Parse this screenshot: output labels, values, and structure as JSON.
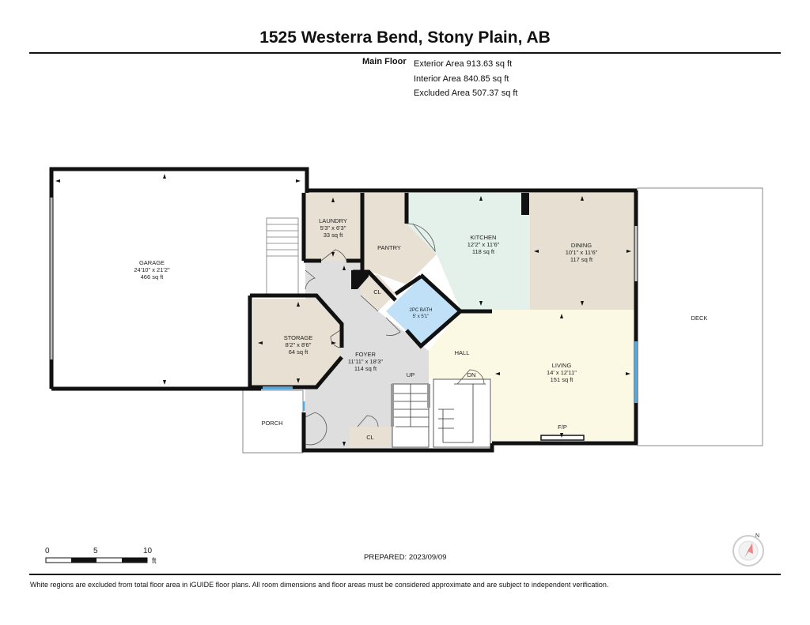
{
  "header": {
    "title": "1525 Westerra Bend, Stony Plain, AB"
  },
  "areas": {
    "floor_label": "Main Floor",
    "exterior": "Exterior Area 913.63 sq ft",
    "interior": "Interior Area 840.85 sq ft",
    "excluded": "Excluded Area 507.37 sq ft"
  },
  "rooms": {
    "garage": {
      "name": "GARAGE",
      "dims": "24'10\" x 21'2\"",
      "area": "466 sq ft"
    },
    "laundry": {
      "name": "LAUNDRY",
      "dims": "5'3\" x 6'3\"",
      "area": "33 sq ft"
    },
    "pantry": {
      "name": "PANTRY"
    },
    "kitchen": {
      "name": "KITCHEN",
      "dims": "12'2\" x 11'6\"",
      "area": "118 sq ft"
    },
    "dining": {
      "name": "DINING",
      "dims": "10'1\" x 11'6\"",
      "area": "117 sq ft"
    },
    "deck": {
      "name": "DECK"
    },
    "cl1": {
      "name": "CL"
    },
    "bath": {
      "name": "2PC BATH",
      "dims": "5' x 5'1\""
    },
    "storage": {
      "name": "STORAGE",
      "dims": "8'2\" x 8'6\"",
      "area": "64 sq ft"
    },
    "foyer": {
      "name": "FOYER",
      "dims": "11'11\" x 18'3\"",
      "area": "114 sq ft"
    },
    "hall": {
      "name": "HALL"
    },
    "up": {
      "name": "UP"
    },
    "dn": {
      "name": "DN"
    },
    "living": {
      "name": "LIVING",
      "dims": "14' x 12'11\"",
      "area": "151 sq ft"
    },
    "fp": {
      "name": "F/P"
    },
    "porch": {
      "name": "PORCH"
    },
    "cl2": {
      "name": "CL"
    }
  },
  "scale": {
    "t0": "0",
    "t5": "5",
    "t10": "10",
    "unit": "ft"
  },
  "compass": {
    "north": "N"
  },
  "prepared": "PREPARED: 2023/09/09",
  "footer": "White regions are excluded from total floor area in iGUIDE floor plans. All room dimensions and floor areas must be considered approximate and are subject to independent verification.",
  "colors": {
    "wall": "#111111",
    "laundry": "#e8e0d3",
    "pantry": "#e8e0d3",
    "kitchen": "#e3f1ea",
    "dining": "#e6dfd2",
    "bath": "#bfe0f7",
    "storage": "#e8e0d3",
    "foyer": "#dedede",
    "living": "#fbf8e4",
    "window": "#5ba6d6"
  }
}
